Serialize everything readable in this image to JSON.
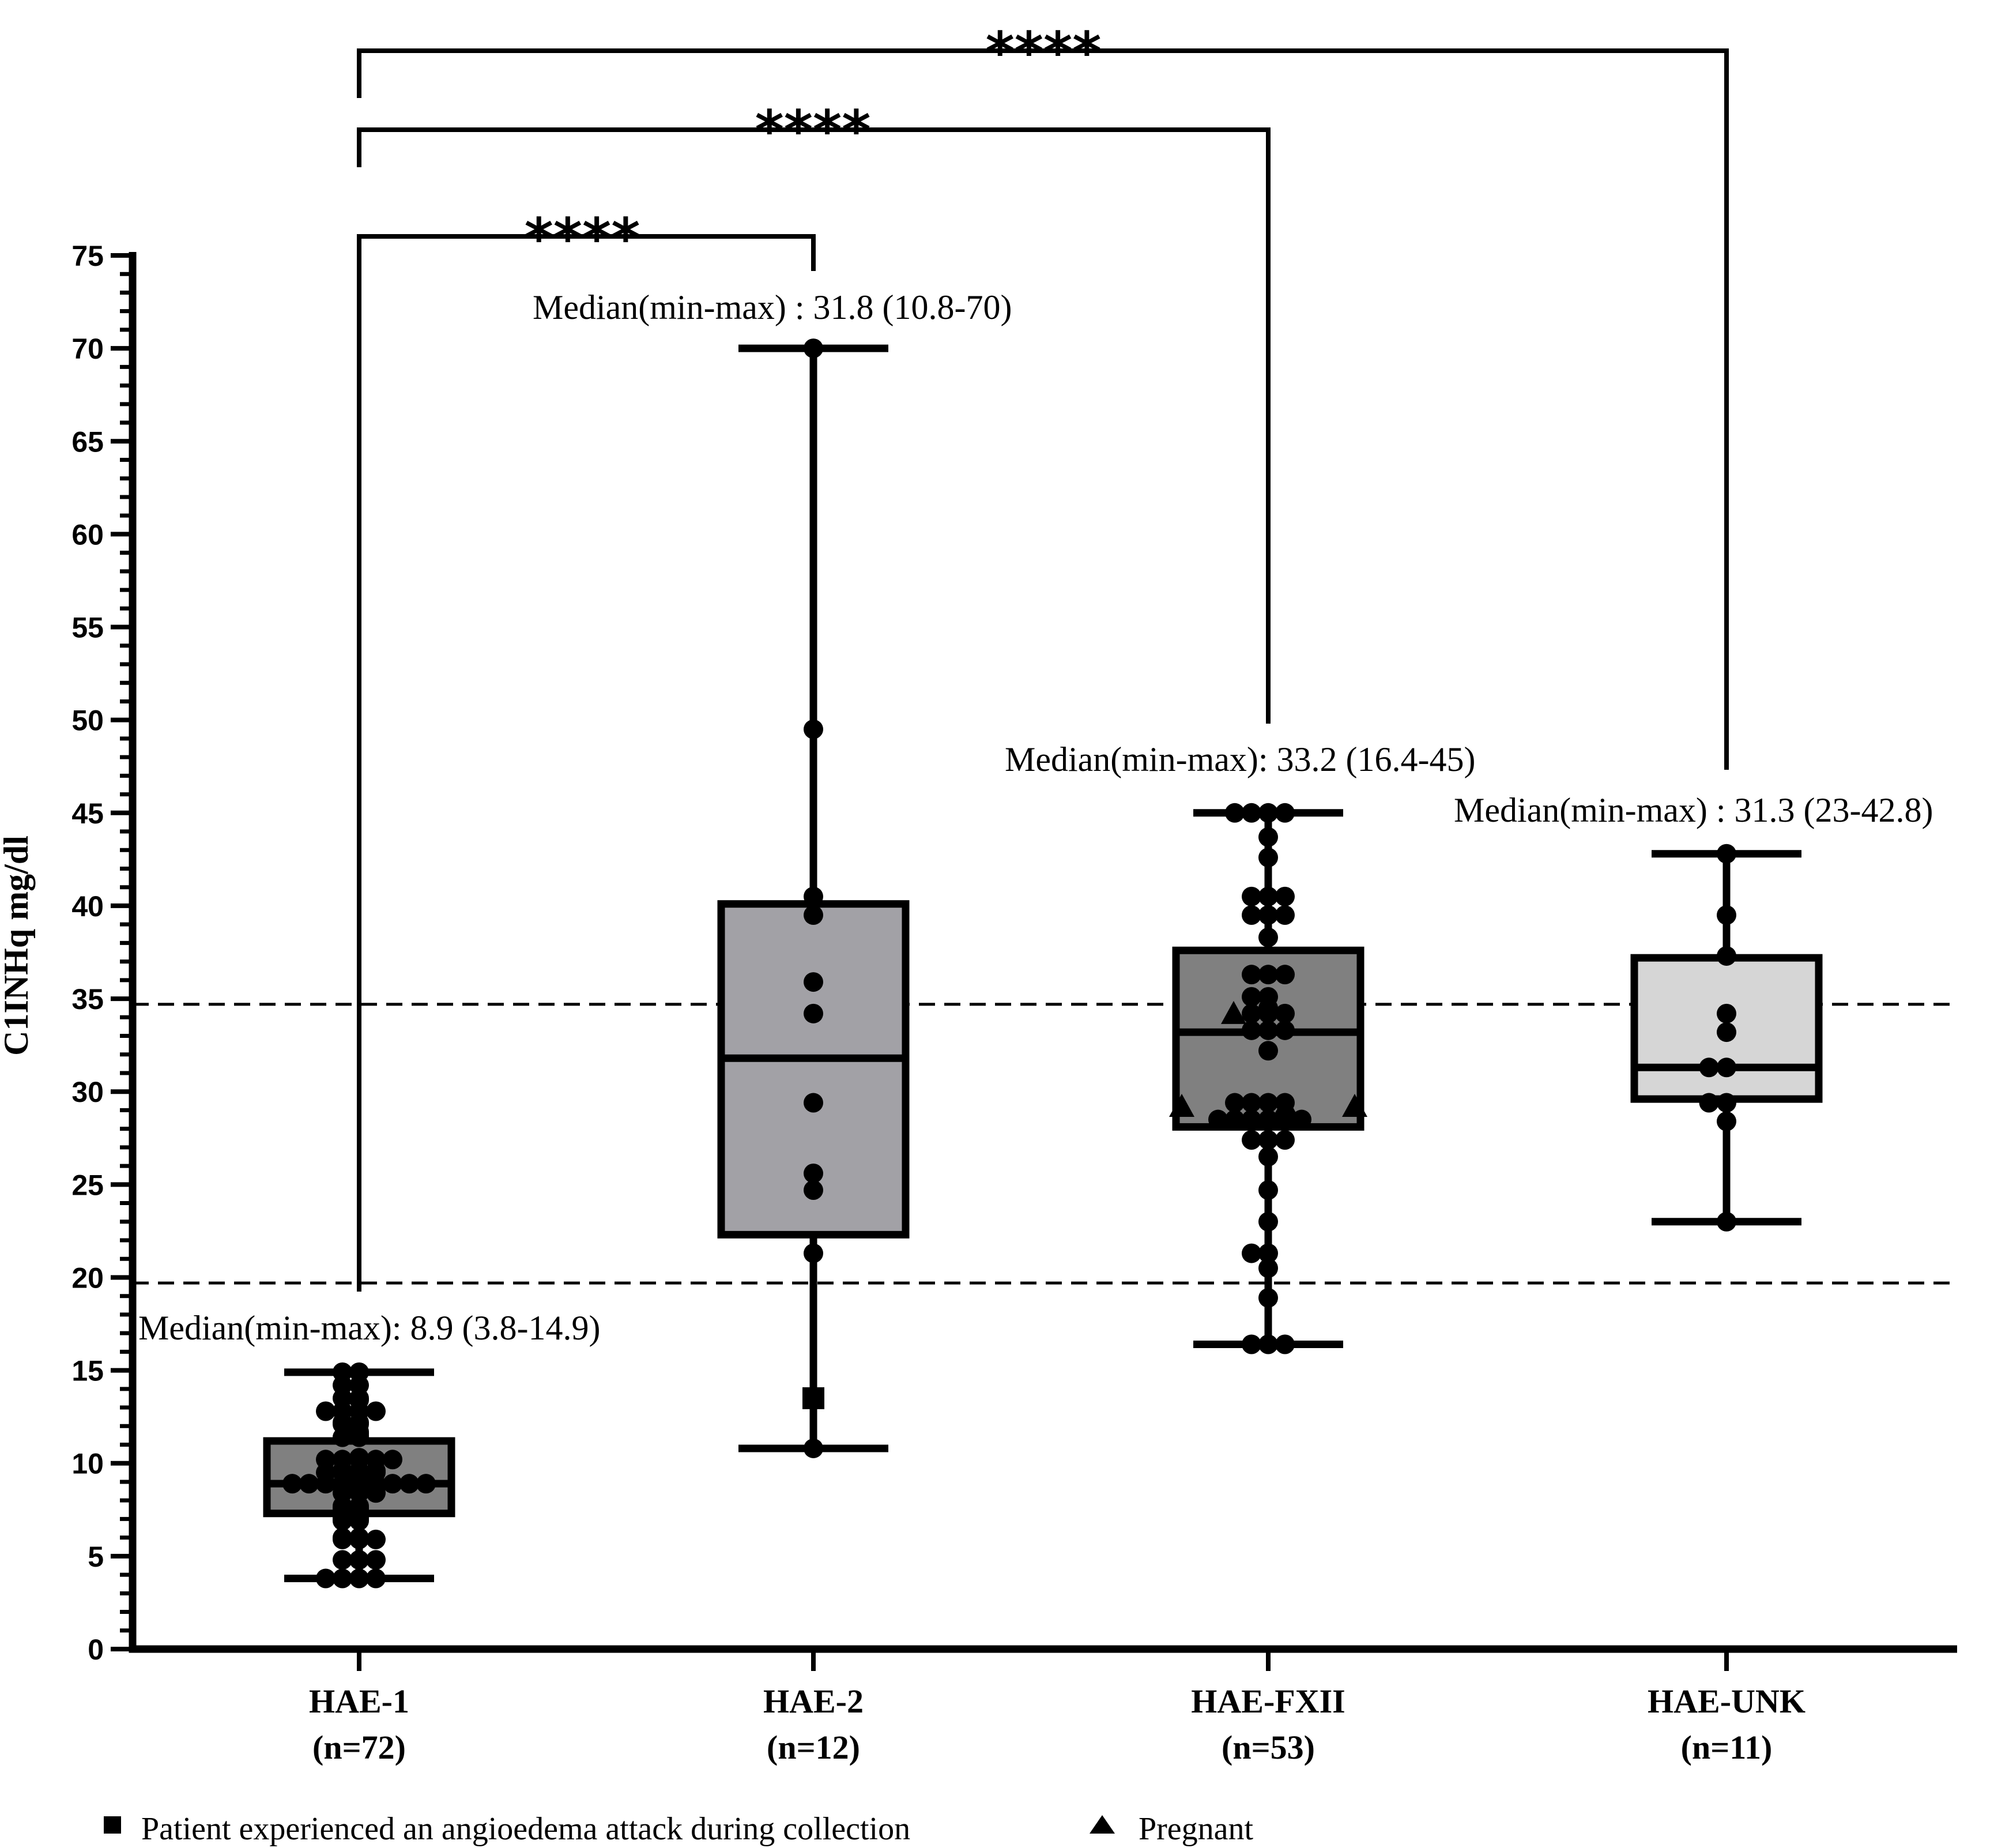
{
  "chart_data": {
    "type": "box",
    "ylabel": "C1INHq mg/dl",
    "ylim": [
      0,
      75
    ],
    "yticks": [
      0,
      5,
      10,
      15,
      20,
      25,
      30,
      35,
      40,
      45,
      50,
      55,
      60,
      65,
      70,
      75
    ],
    "reference_lines": [
      34.7,
      19.7
    ],
    "groups": [
      {
        "label": "HAE-1",
        "n_label": "(n=72)",
        "fill": "#808080",
        "whisker_low": 3.8,
        "q1": 7.3,
        "median": 8.9,
        "q3": 11.2,
        "whisker_high": 14.9,
        "annotation": "Median(min-max): 8.9 (3.8-14.9)",
        "points": [
          3.8,
          3.8,
          3.8,
          3.8,
          4.8,
          4.8,
          4.8,
          5.9,
          5.9,
          5.9,
          6.0,
          6.0,
          6.9,
          6.9,
          7.0,
          7.0,
          7.1,
          7.1,
          7.5,
          7.5,
          7.6,
          7.6,
          7.7,
          7.7,
          8.4,
          8.4,
          8.4,
          8.5,
          8.6,
          8.9,
          8.9,
          8.9,
          8.9,
          8.9,
          8.9,
          8.9,
          8.9,
          8.9,
          9.4,
          9.5,
          9.5,
          9.5,
          9.5,
          9.6,
          9.6,
          9.6,
          10.2,
          10.2,
          10.2,
          10.2,
          10.2,
          10.3,
          11.4,
          11.4,
          11.5,
          11.6,
          11.7,
          12.1,
          12.1,
          12.2,
          12.2,
          12.8,
          12.8,
          12.8,
          12.8,
          13.4,
          13.5,
          13.5,
          14.2,
          14.2,
          14.9,
          14.9
        ],
        "points_square": [],
        "points_triangle": []
      },
      {
        "label": "HAE-2",
        "n_label": "(n=12)",
        "fill": "#a2a1a6",
        "whisker_low": 10.8,
        "q1": 22.3,
        "median": 31.8,
        "q3": 40.1,
        "whisker_high": 70.0,
        "annotation": "Median(min-max) : 31.8 (10.8-70)",
        "points": [
          10.8,
          21.3,
          24.7,
          25.6,
          29.4,
          34.2,
          35.9,
          39.5,
          40.5,
          49.5,
          70.0
        ],
        "points_square": [
          13.5
        ],
        "points_triangle": []
      },
      {
        "label": "HAE-FXII",
        "n_label": "(n=53)",
        "fill": "#808080",
        "whisker_low": 16.4,
        "q1": 28.1,
        "median": 33.2,
        "q3": 37.6,
        "whisker_high": 45.0,
        "annotation": "Median(min-max): 33.2 (16.4-45)",
        "points": [
          16.4,
          16.4,
          16.4,
          18.9,
          20.5,
          21.3,
          21.3,
          23.0,
          24.7,
          26.5,
          27.4,
          27.4,
          27.4,
          28.5,
          28.5,
          28.5,
          28.5,
          28.5,
          28.5,
          29.4,
          29.4,
          29.4,
          29.4,
          32.2,
          33.3,
          33.3,
          33.3,
          34.2,
          34.2,
          34.2,
          34.5,
          35.1,
          35.1,
          36.3,
          36.3,
          36.3,
          38.3,
          39.5,
          39.5,
          39.5,
          40.5,
          40.5,
          40.5,
          42.6,
          43.7,
          45.0,
          45.0,
          45.0,
          45.0
        ],
        "points_square": [],
        "points_triangle": [
          29.2,
          29.2,
          29.2,
          34.2
        ]
      },
      {
        "label": "HAE-UNK",
        "n_label": "(n=11)",
        "fill": "#d6d6d6",
        "whisker_low": 23.0,
        "q1": 29.6,
        "median": 31.3,
        "q3": 37.2,
        "whisker_high": 42.8,
        "annotation": "Median(min-max) : 31.3 (23-42.8)",
        "points": [
          23.0,
          28.4,
          29.4,
          29.4,
          31.3,
          31.3,
          33.2,
          34.2,
          37.3,
          39.5,
          42.8
        ],
        "points_square": [],
        "points_triangle": []
      }
    ],
    "significance": [
      {
        "from": "HAE-1",
        "to": "HAE-2",
        "label": "****"
      },
      {
        "from": "HAE-1",
        "to": "HAE-FXII",
        "label": "****"
      },
      {
        "from": "HAE-1",
        "to": "HAE-UNK",
        "label": "****"
      }
    ],
    "legend": [
      {
        "marker": "square",
        "label": "Patient experienced an angioedema attack during collection"
      },
      {
        "marker": "triangle",
        "label": "Pregnant"
      }
    ]
  }
}
